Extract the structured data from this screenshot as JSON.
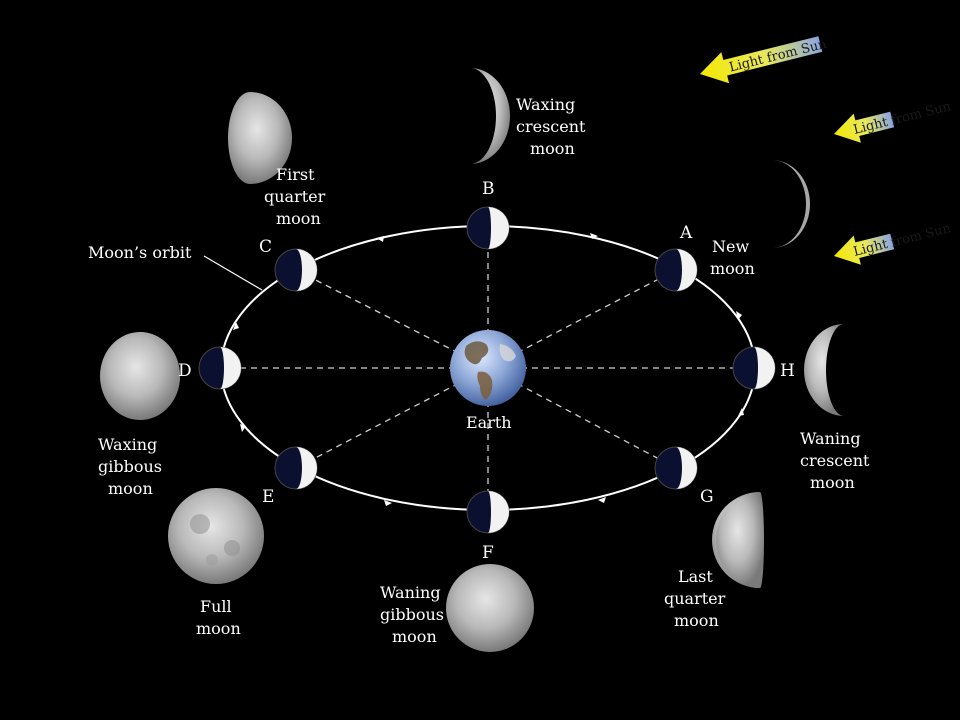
{
  "labels": {
    "orbit": "Moon’s orbit",
    "earth": "Earth",
    "light_arrow": "Light from Sun"
  },
  "positions": {
    "A": "A",
    "B": "B",
    "C": "C",
    "D": "D",
    "E": "E",
    "F": "F",
    "G": "G",
    "H": "H"
  },
  "phases": {
    "waxing_crescent": [
      "Waxing",
      "crescent",
      "moon"
    ],
    "first_quarter": [
      "First",
      "quarter",
      "moon"
    ],
    "waxing_gibbous": [
      "Waxing",
      "gibbous",
      "moon"
    ],
    "full": [
      "Full",
      "moon"
    ],
    "waning_gibbous": [
      "Waning",
      "gibbous",
      "moon"
    ],
    "last_quarter": [
      "Last",
      "quarter",
      "moon"
    ],
    "waning_crescent": [
      "Waning",
      "crescent",
      "moon"
    ],
    "new": [
      "New",
      "moon"
    ]
  },
  "colors": {
    "background": "#000000",
    "orbit": "#ffffff",
    "arrow_yellow": "#f2e400",
    "arrow_blue": "#8aa4e0"
  }
}
